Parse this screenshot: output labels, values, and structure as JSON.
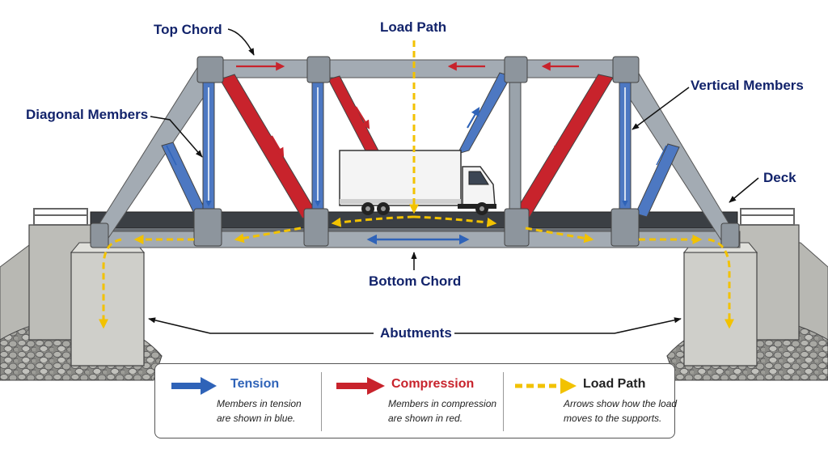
{
  "labels": {
    "top_chord": "Top Chord",
    "load_path": "Load Path",
    "vertical_members": "Vertical Members",
    "diagonal_members": "Diagonal Members",
    "deck": "Deck",
    "bottom_chord": "Bottom Chord",
    "abutments": "Abutments"
  },
  "legend": {
    "tension": {
      "title": "Tension",
      "line1": "Members in tension",
      "line2": "are shown in blue."
    },
    "compression": {
      "title": "Compression",
      "line1": "Members in compression",
      "line2": "are shown in red."
    },
    "load_path": {
      "title": "Load Path",
      "line1": "Arrows show how the load",
      "line2": "moves to the supports."
    }
  },
  "colors": {
    "tension": "#2f63b8",
    "compression": "#c8232c",
    "load_path": "#f2c200",
    "label_text": "#12236b",
    "steel": "#9aa3ab",
    "concrete": "#c9c9c4"
  }
}
